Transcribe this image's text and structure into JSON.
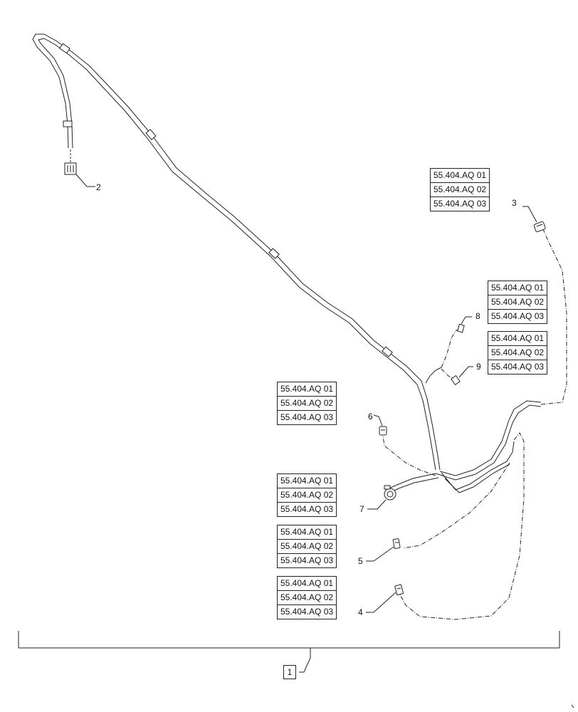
{
  "callouts": {
    "c1": "1",
    "c2": "2",
    "c3": "3",
    "c4": "4",
    "c5": "5",
    "c6": "6",
    "c7": "7",
    "c8": "8",
    "c9": "9"
  },
  "references": {
    "ref3": [
      "55.404.AQ 01",
      "55.404.AQ 02",
      "55.404.AQ 03"
    ],
    "ref8": [
      "55.404.AQ 01",
      "55.404.AQ 02",
      "55.404.AQ 03"
    ],
    "ref9": [
      "55.404.AQ 01",
      "55.404.AQ 02",
      "55.404.AQ 03"
    ],
    "ref6": [
      "55.404.AQ 01",
      "55.404.AQ 02",
      "55.404.AQ 03"
    ],
    "ref7": [
      "55.404.AQ 01",
      "55.404.AQ 02",
      "55.404.AQ 03"
    ],
    "ref5": [
      "55.404.AQ 01",
      "55.404.AQ 02",
      "55.404.AQ 03"
    ],
    "ref4": [
      "55.404.AQ 01",
      "55.404.AQ 02",
      "55.404.AQ 03"
    ]
  },
  "colors": {
    "line": "#222222",
    "paper": "#ffffff"
  }
}
